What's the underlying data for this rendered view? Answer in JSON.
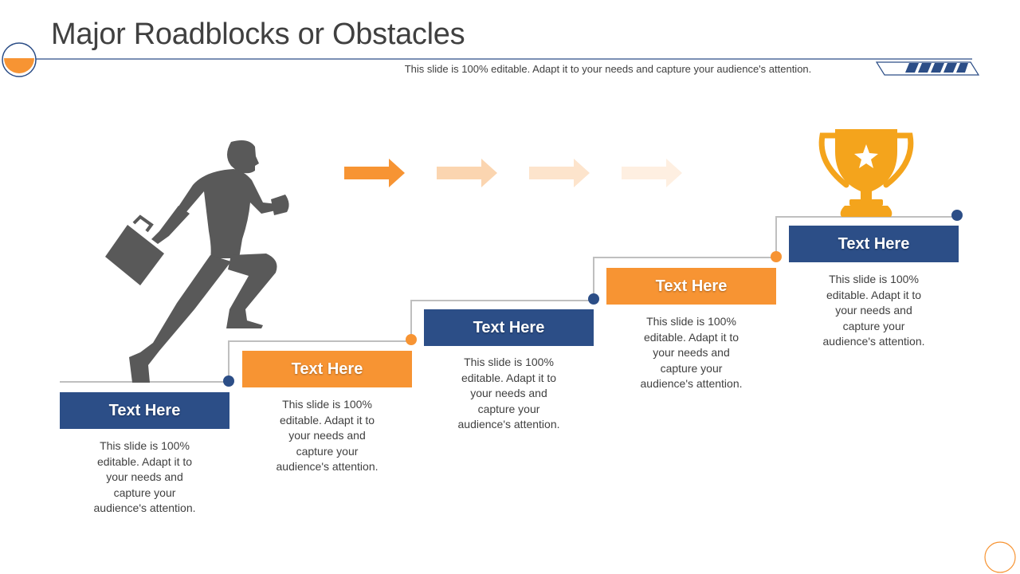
{
  "slide": {
    "title": "Major Roadblocks or Obstacles",
    "subtitle": "This slide is 100% editable. Adapt it to your needs and capture your audience's attention."
  },
  "colors": {
    "navy": "#2c4e87",
    "orange": "#f79433",
    "gray": "#595959",
    "line": "#bfbfbf",
    "trophy": "#f4a41c"
  },
  "icons": [
    "businessman-running-icon",
    "briefcase-icon",
    "arrow-right-icon",
    "trophy-icon",
    "star-icon"
  ],
  "steps": [
    {
      "label": "Text Here",
      "lines": [
        "This slide is 100%",
        "editable. Adapt it to",
        "your needs and",
        "capture your",
        "audience's attention."
      ],
      "color": "navy"
    },
    {
      "label": "Text Here",
      "lines": [
        "This slide is 100%",
        "editable. Adapt it to",
        "your needs and",
        "capture your",
        "audience's attention."
      ],
      "color": "orange"
    },
    {
      "label": "Text Here",
      "lines": [
        "This slide is 100%",
        "editable. Adapt it to",
        "your needs and",
        "capture your",
        "audience's attention."
      ],
      "color": "navy"
    },
    {
      "label": "Text Here",
      "lines": [
        "This slide is 100%",
        "editable. Adapt it to",
        "your needs and",
        "capture your",
        "audience's attention."
      ],
      "color": "orange"
    },
    {
      "label": "Text Here",
      "lines": [
        "This slide is 100%",
        "editable. Adapt it to",
        "your needs and",
        "capture your",
        "audience's attention."
      ],
      "color": "navy"
    }
  ]
}
